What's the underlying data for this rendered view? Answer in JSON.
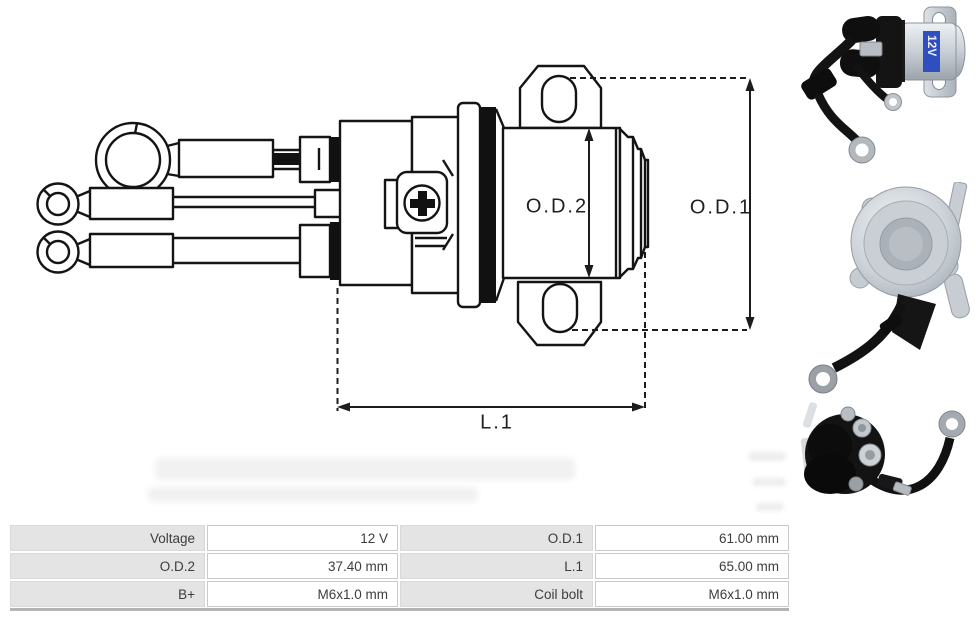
{
  "diagram": {
    "dim_od2": "O.D.2",
    "dim_od1": "O.D.1",
    "dim_l1": "L.1",
    "stroke_color": "#141414"
  },
  "photos": {
    "top": {
      "badge": "12V",
      "badge_color": "#2f4fc0"
    },
    "middle": {},
    "bottom": {}
  },
  "spec_table": {
    "rows": [
      {
        "label1": "Voltage",
        "value1": "12 V",
        "label2": "O.D.1",
        "value2": "61.00 mm"
      },
      {
        "label1": "O.D.2",
        "value1": "37.40 mm",
        "label2": "L.1",
        "value2": "65.00 mm"
      },
      {
        "label1": "B+",
        "value1": "M6x1.0 mm",
        "label2": "Coil bolt",
        "value2": "M6x1.0 mm"
      }
    ]
  }
}
